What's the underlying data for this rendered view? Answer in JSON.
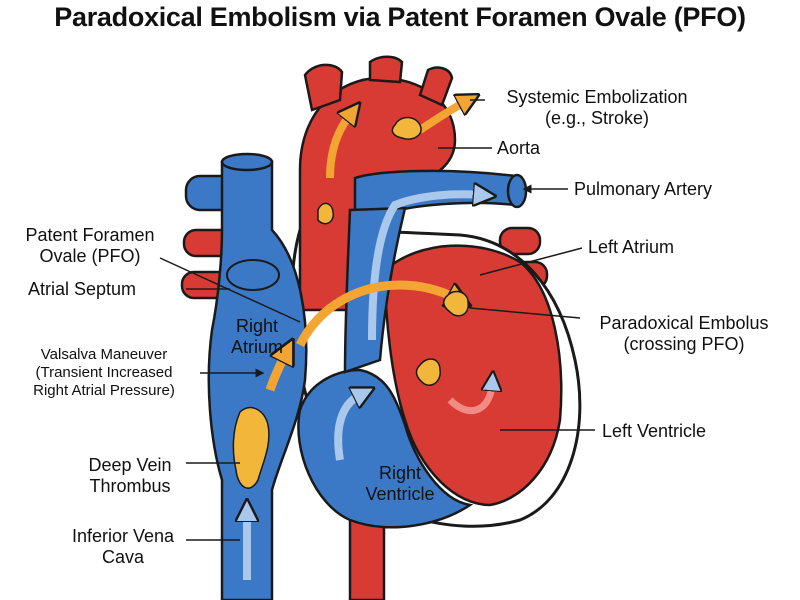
{
  "title": "Paradoxical Embolism via Patent Foramen Ovale (PFO)",
  "labels": {
    "systemic_line1": "Systemic Embolization",
    "systemic_line2": "(e.g., Stroke)",
    "aorta": "Aorta",
    "pulmonary_artery": "Pulmonary Artery",
    "pfo_line1": "Patent Foramen",
    "pfo_line2": "Ovale (PFO)",
    "left_atrium": "Left Atrium",
    "atrial_septum": "Atrial Septum",
    "paradoxical_line1": "Paradoxical Embolus",
    "paradoxical_line2": "(crossing PFO)",
    "right_atrium_line1": "Right",
    "right_atrium_line2": "Atrium",
    "valsalva_line1": "Valsalva Maneuver",
    "valsalva_line2": "(Transient Increased",
    "valsalva_line3": "Right Atrial Pressure)",
    "left_ventricle": "Left Ventricle",
    "dvt_line1": "Deep Vein",
    "dvt_line2": "Thrombus",
    "right_ventricle_line1": "Right",
    "right_ventricle_line2": "Ventricle",
    "ivc_line1": "Inferior Vena",
    "ivc_line2": "Cava"
  },
  "colors": {
    "oxygenated": "#d83a34",
    "deoxygenated": "#3b79c6",
    "embolus": "#f2b73a",
    "arrow_orange": "#f2a532",
    "arrow_blue": "#a9c8ec",
    "outline": "#1a1a1a"
  }
}
